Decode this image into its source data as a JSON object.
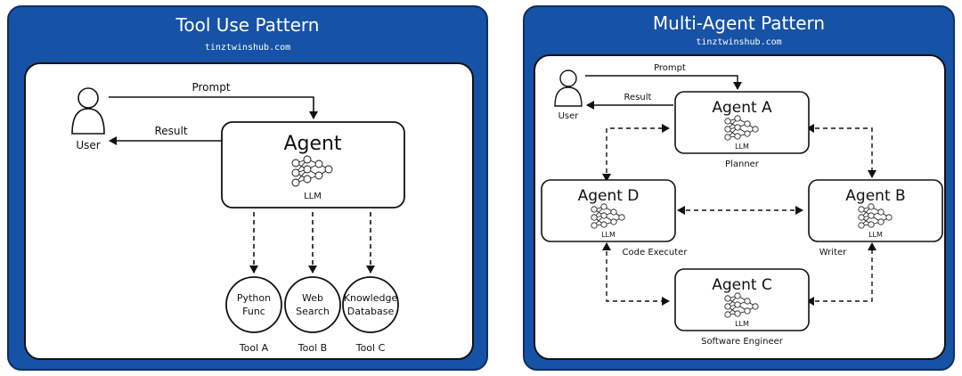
{
  "tool_use": {
    "title": "Tool Use Pattern",
    "subtitle": "tinztwinshub.com",
    "user_label": "User",
    "prompt_label": "Prompt",
    "result_label": "Result",
    "agent_label": "Agent",
    "llm_label": "LLM",
    "tools": [
      {
        "line1": "Python",
        "line2": "Func",
        "caption": "Tool A"
      },
      {
        "line1": "Web",
        "line2": "Search",
        "caption": "Tool B"
      },
      {
        "line1": "Knowledge",
        "line2": "Database",
        "caption": "Tool C"
      }
    ]
  },
  "multi_agent": {
    "title": "Multi-Agent Pattern",
    "subtitle": "tinztwinshub.com",
    "user_label": "User",
    "prompt_label": "Prompt",
    "result_label": "Result",
    "llm_label": "LLM",
    "agents": [
      {
        "name": "Agent A",
        "role": "Planner"
      },
      {
        "name": "Agent B",
        "role": "Writer"
      },
      {
        "name": "Agent C",
        "role": "Software Engineer"
      },
      {
        "name": "Agent D",
        "role": "Code Executer"
      }
    ]
  }
}
